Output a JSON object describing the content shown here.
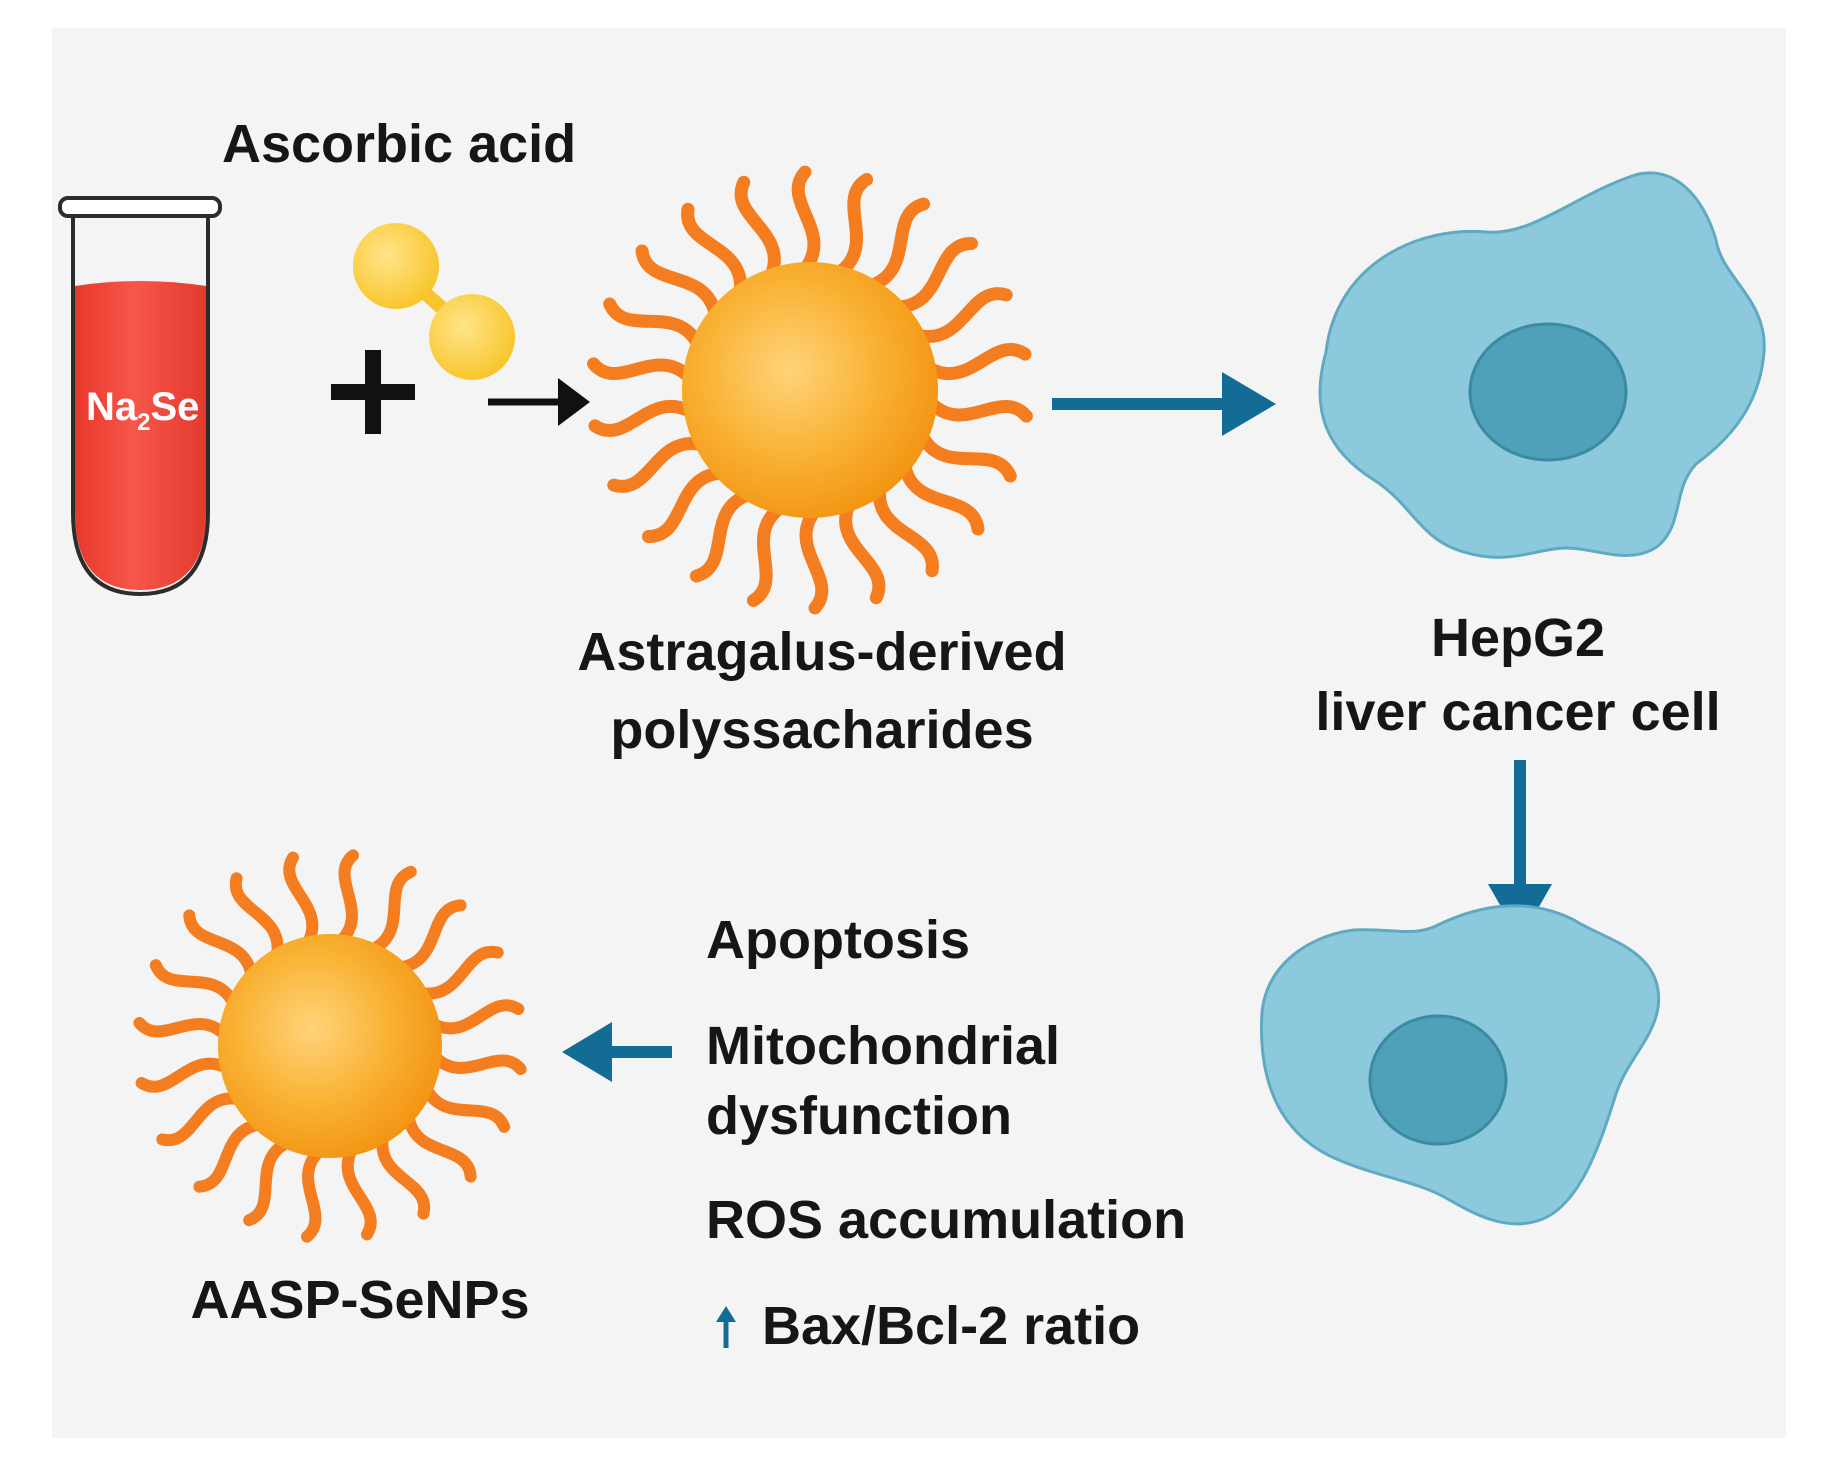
{
  "colors": {
    "panel_background": "#f4f4f4",
    "arrow_blue": "#126c95",
    "arrow_black": "#111111",
    "tube_red": "#f24b3d",
    "particle_orange": "#f7a21c",
    "particle_core_light": "#ffd37a",
    "ligand_orange": "#f47d1f",
    "molecule_yellow": "#fcd03a",
    "cell_body": "#8cc9dd",
    "cell_nucleus": "#4ea1b9",
    "text_dark": "#161616"
  },
  "labels": {
    "ascorbic_acid": "Ascorbic acid",
    "tube_label_main": "Na",
    "tube_label_sub": "2",
    "tube_label_rest": "Se",
    "plus_sign": "+",
    "polysaccharide_line1": "Astragalus-derived",
    "polysaccharide_line2": "polyssacharides",
    "cell_line1": "HepG2",
    "cell_line2": "liver cancer cell",
    "effect_apoptosis": "Apoptosis",
    "effect_mito_line1": "Mitochondrial",
    "effect_mito_line2": "dysfunction",
    "effect_ros": "ROS accumulation",
    "effect_bax": "Bax/Bcl-2 ratio",
    "product": "AASP-SeNPs"
  },
  "icons": {
    "tube": "test-tube-icon",
    "molecule": "ascorbic-acid-molecule-icon",
    "nanoparticle": "nanoparticle-icon",
    "cell": "cancer-cell-icon",
    "up_arrow": "increase-arrow-icon"
  }
}
